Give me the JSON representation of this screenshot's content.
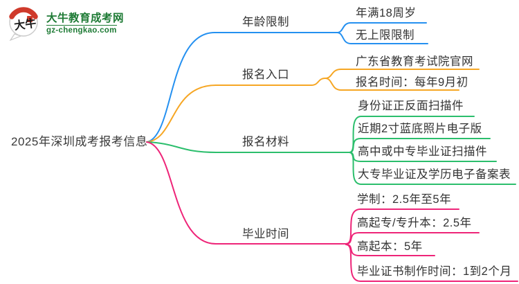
{
  "logo": {
    "brand": "大牛教育成考网",
    "domain": "gz-chengkao.com",
    "icon_chars": "大牛",
    "brand_color": "#1d7a34",
    "icon_red": "#cf3a2b"
  },
  "mindmap": {
    "root": {
      "label": "2025年深圳成考报考信息",
      "color": "#333333"
    },
    "branches": [
      {
        "label": "年龄限制",
        "color": "#2490F0",
        "children": [
          {
            "label": "年满18周岁"
          },
          {
            "label": "无上限限制"
          }
        ]
      },
      {
        "label": "报名入口",
        "color": "#F6A623",
        "children": [
          {
            "label": "广东省教育考试院官网"
          },
          {
            "label": "报名时间：每年9月初"
          }
        ]
      },
      {
        "label": "报名材料",
        "color": "#2BBE6C",
        "children": [
          {
            "label": "身份证正反面扫描件"
          },
          {
            "label": "近期2寸蓝底照片电子版"
          },
          {
            "label": "高中或中专毕业证扫描件"
          },
          {
            "label": "大专毕业证及学历电子备案表"
          }
        ]
      },
      {
        "label": "毕业时间",
        "color": "#EE2478",
        "children": [
          {
            "label": "学制：2.5年至5年"
          },
          {
            "label": "高起专/专升本：2.5年"
          },
          {
            "label": "高起本：5年"
          },
          {
            "label": "毕业证书制作时间：1到2个月"
          }
        ]
      }
    ]
  }
}
